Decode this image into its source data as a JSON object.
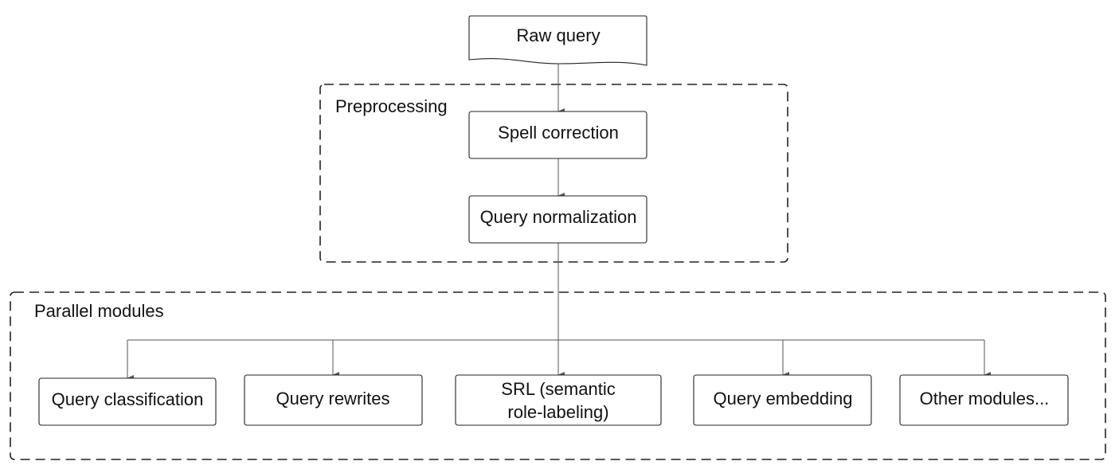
{
  "nodes": {
    "raw_query": "Raw query",
    "spell_correction": "Spell correction",
    "query_normalization": "Query normalization",
    "query_classification": "Query classification",
    "query_rewrites": "Query rewrites",
    "srl_line1": "SRL (semantic",
    "srl_line2": "role-labeling)",
    "query_embedding": "Query embedding",
    "other_modules": "Other modules..."
  },
  "groups": {
    "preprocessing": "Preprocessing",
    "parallel_modules": "Parallel modules"
  }
}
